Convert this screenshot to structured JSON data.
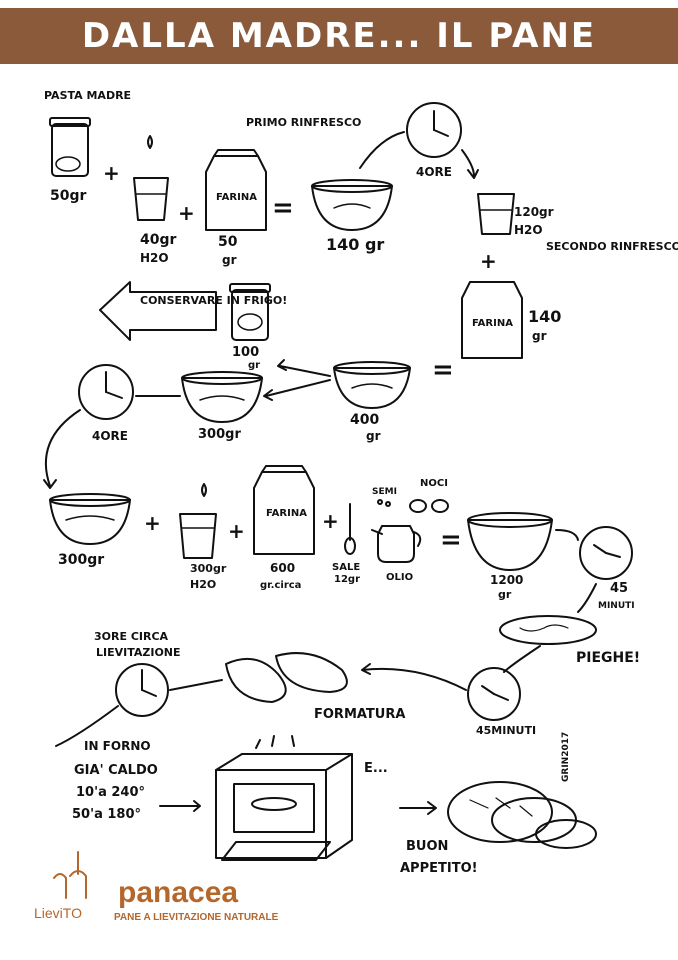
{
  "header": {
    "title": "DALLA MADRE... IL PANE"
  },
  "steps": {
    "pasta_madre": "PASTA MADRE",
    "pasta_amount": "50gr",
    "water1": "40gr",
    "water1_unit": "H2O",
    "flour1": "50",
    "flour1_unit": "gr",
    "primo": "PRIMO RINFRESCO",
    "result1": "140 gr",
    "time1": "4ORE",
    "water2": "120gr",
    "water2_unit": "H2O",
    "secondo": "SECONDO RINFRESCO",
    "flour2": "140",
    "flour2_unit": "gr",
    "conservare": "CONSERVARE IN FRIGO!",
    "jar_amount": "100",
    "jar_unit": "gr",
    "result2": "400",
    "result2_unit": "gr",
    "bowl300a": "300gr",
    "time2": "4ORE",
    "bowl300b": "300gr",
    "water3": "300gr",
    "water3_unit": "H2O",
    "flour3": "600",
    "flour3_unit": "gr.circa",
    "sale": "SALE",
    "sale_amount": "12gr",
    "semi": "SEMI",
    "noci": "NOCI",
    "olio": "OLIO",
    "result3": "1200",
    "result3_unit": "gr",
    "time3": "45",
    "time3_unit": "MINUTI",
    "pieghe": "PIEGHE!",
    "time4": "45MINUTI",
    "formatura": "FORMATURA",
    "lievitazione1": "3ORE CIRCA",
    "lievitazione2": "LIEVITAZIONE",
    "forno1": "IN FORNO",
    "forno2": "GIA' CALDO",
    "forno3": "10'a 240°",
    "forno4": "50'a 180°",
    "e": "E...",
    "buon": "BUON",
    "appetito": "APPETITO!",
    "signature": "GRIN2017",
    "farina_label": "FARINA"
  },
  "brands": {
    "lievito": "LieviTO",
    "panacea": "panacea",
    "panacea_sub": "PANE A LIEVITAZIONE NATURALE"
  },
  "colors": {
    "banner": "#8a5a3b",
    "brand": "#b5662b"
  }
}
